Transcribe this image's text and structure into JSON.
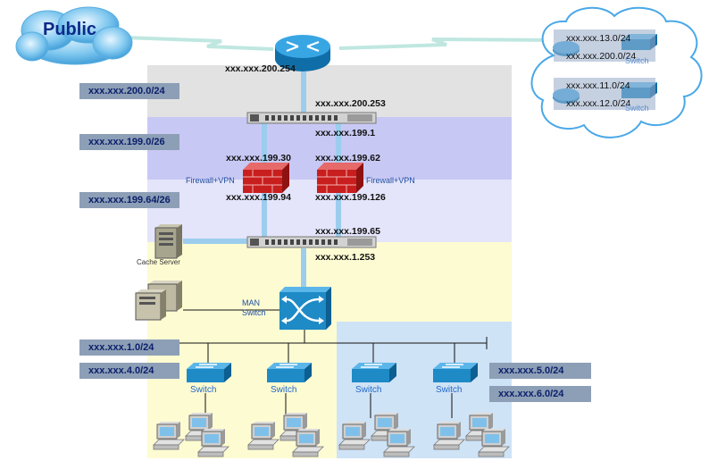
{
  "public_cloud": {
    "label": "Public"
  },
  "router_top": {
    "ip": "xxx.xxx.200.254"
  },
  "subnets_left": [
    {
      "label": "xxx.xxx.200.0/24"
    },
    {
      "label": "xxx.xxx.199.0/26"
    },
    {
      "label": "xxx.xxx.199.64/26"
    },
    {
      "label": "xxx.xxx.1.0/24"
    },
    {
      "label": "xxx.xxx.4.0/24"
    }
  ],
  "subnets_right": [
    {
      "label": "xxx.xxx.5.0/24"
    },
    {
      "label": "xxx.xxx.6.0/24"
    }
  ],
  "remote_cloud": {
    "lines": [
      "xxx.xxx.13.0/24",
      "xxx.xxx.200.0/24",
      "xxx.xxx.11.0/24",
      "xxx.xxx.12.0/24"
    ],
    "switch_labels": [
      "Switch",
      "Switch"
    ]
  },
  "upper_switch": {
    "ip_top": "xxx.xxx.200.253",
    "ip_bottom": "xxx.xxx.199.1"
  },
  "firewall_left": {
    "ip_top": "xxx.xxx.199.30",
    "ip_bottom": "xxx.xxx.199.94",
    "label": "Firewall+VPN"
  },
  "firewall_right": {
    "ip_top": "xxx.xxx.199.62",
    "ip_bottom": "xxx.xxx.199.126",
    "label": "Firewall+VPN"
  },
  "lower_switch": {
    "ip_top": "xxx.xxx.199.65",
    "ip_bottom": "xxx.xxx.1.253"
  },
  "cache_server": {
    "label": "Cache Server"
  },
  "man_switch": {
    "label_line1": "MAN",
    "label_line2": "Switch"
  },
  "access_switches": [
    {
      "label": "Switch"
    },
    {
      "label": "Switch"
    },
    {
      "label": "Switch"
    },
    {
      "label": "Switch"
    }
  ],
  "colors": {
    "band_gray": "#e2e2e2",
    "band_lavender": "#c8c8f4",
    "band_light_lavender": "#e4e4fa",
    "band_yellow": "#fdfbd2",
    "band_blue": "#cfe3f6",
    "link_blue": "#9ccdee",
    "device_blue": "#1e8ac6"
  }
}
